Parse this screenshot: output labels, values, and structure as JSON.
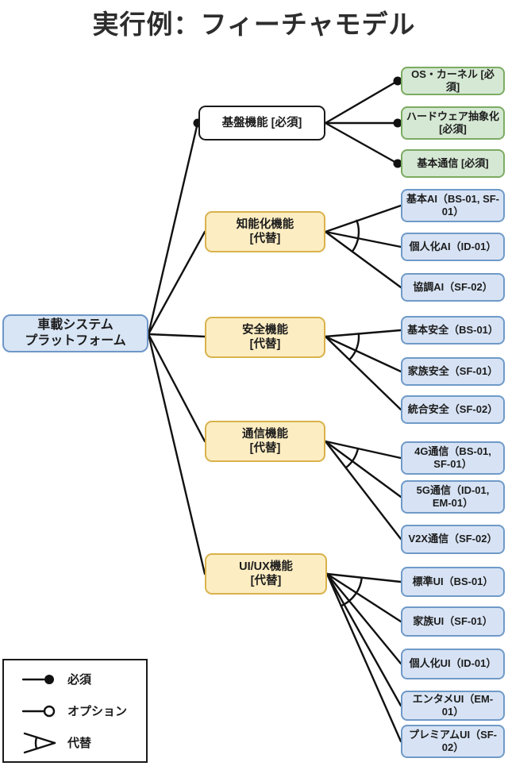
{
  "title": "実行例：フィーチャモデル",
  "colors": {
    "blue_fill": "#d7e3f4",
    "blue_border": "#6f9ac8",
    "green_fill": "#d5e8d4",
    "green_border": "#7cab62",
    "yellow_fill": "#fcedc2",
    "yellow_border": "#d9b24c",
    "line": "#111111",
    "background": "#ffffff"
  },
  "tree": {
    "root": {
      "label": "車載システム\nプラットフォーム"
    },
    "groups": [
      {
        "label": "基盤機能 [必須]",
        "relation": "mandatory",
        "children_relation": "mandatory",
        "children": [
          {
            "label": "OS・カーネル [必須]"
          },
          {
            "label": "ハードウェア抽象化 [必須]"
          },
          {
            "label": "基本通信 [必須]"
          }
        ]
      },
      {
        "label": "知能化機能\n[代替]",
        "relation": "plain",
        "children_relation": "alternative",
        "children": [
          {
            "label": "基本AI（BS-01, SF-01）"
          },
          {
            "label": "個人化AI（ID-01）"
          },
          {
            "label": "協調AI（SF-02）"
          }
        ]
      },
      {
        "label": "安全機能\n[代替]",
        "relation": "plain",
        "children_relation": "alternative",
        "children": [
          {
            "label": "基本安全（BS-01）"
          },
          {
            "label": "家族安全（SF-01）"
          },
          {
            "label": "統合安全（SF-02）"
          }
        ]
      },
      {
        "label": "通信機能\n[代替]",
        "relation": "plain",
        "children_relation": "alternative",
        "children": [
          {
            "label": "4G通信（BS-01, SF-01）"
          },
          {
            "label": "5G通信（ID-01, EM-01）"
          },
          {
            "label": "V2X通信（SF-02）"
          }
        ]
      },
      {
        "label": "UI/UX機能\n[代替]",
        "relation": "plain",
        "children_relation": "alternative",
        "children": [
          {
            "label": "標準UI（BS-01）"
          },
          {
            "label": "家族UI（SF-01）"
          },
          {
            "label": "個人化UI（ID-01）"
          },
          {
            "label": "エンタメUI（EM-01）"
          },
          {
            "label": "プレミアムUI（SF-02）"
          }
        ]
      }
    ]
  },
  "legend": {
    "items": [
      {
        "symbol": "mandatory",
        "label": "必須"
      },
      {
        "symbol": "optional",
        "label": "オプション"
      },
      {
        "symbol": "alternative",
        "label": "代替"
      }
    ]
  }
}
